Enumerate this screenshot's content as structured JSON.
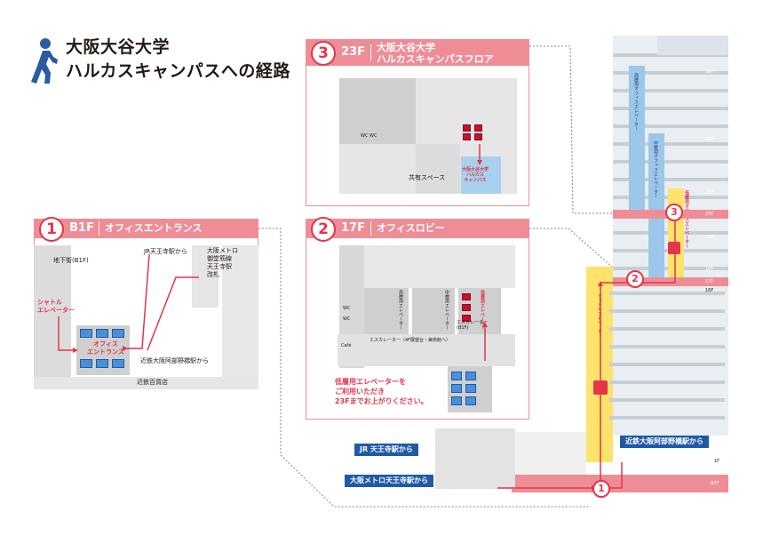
{
  "title": {
    "line1": "大阪大谷大学",
    "line2": "ハルカスキャンパスへの経路",
    "icon": "walking-person-icon"
  },
  "colors": {
    "accent_red": "#e1364c",
    "header_pink": "#ef8d97",
    "elevator_blue": "#4a90d9",
    "tower_blue": "#9cc7ea",
    "shaft_yellow": "#fde36b",
    "station_blue": "#1f5aa8"
  },
  "panel_b1f": {
    "number": "1",
    "floor": "B1F",
    "name": "オフィスエントランス",
    "labels": {
      "underground": "地下街(B1F)",
      "jr_from": "JR天王寺駅から",
      "metro": "大阪メトロ\n御堂筋線\n天王寺駅\n改札",
      "shuttle": "シャトル\nエレベーター",
      "entrance": "オフィス\nエントランス",
      "kintetsu_from": "近鉄大阪阿部野橋駅から",
      "dept": "近鉄百貨店"
    }
  },
  "panel_17f": {
    "number": "2",
    "floor": "17F",
    "name": "オフィスロビー",
    "labels": {
      "high_elev": "高層用エレベーター",
      "mid_elev": "中層用エレベーター",
      "low_elev": "低層用エレベーター",
      "escalator": "エスカレーター\n(B1F)",
      "escalator2": "エスカレーター（4F展望台・美術館へ）",
      "wc": "WC",
      "cafe": "Café",
      "notice": "低層用エレベーターを\nご利用いただき\n23Fまでお上がりください。"
    }
  },
  "panel_23f": {
    "number": "3",
    "floor": "23F",
    "name": "大阪大谷大学\nハルカスキャンパスフロア",
    "labels": {
      "shared": "共有スペース",
      "campus": "大阪大谷大学\nハルカス\nキャンパス",
      "wc": "WC WC"
    }
  },
  "building": {
    "floors": [
      "36F",
      "30F",
      "25F",
      "23F",
      "21F",
      "18F",
      "17F",
      "16F",
      "1F",
      "B1F"
    ],
    "high_elev": "高層用オフィスエレベーター",
    "mid_elev": "中層用オフィスエレベーター",
    "low_elev": "低層用オフィスエレベーター",
    "shuttle": "シャトルエレベーター",
    "steps": [
      "1",
      "2",
      "3"
    ]
  },
  "stations": {
    "jr": "JR 天王寺駅から",
    "metro": "大阪メトロ天王寺駅から",
    "kintetsu": "近鉄大阪阿部野橋駅から"
  }
}
